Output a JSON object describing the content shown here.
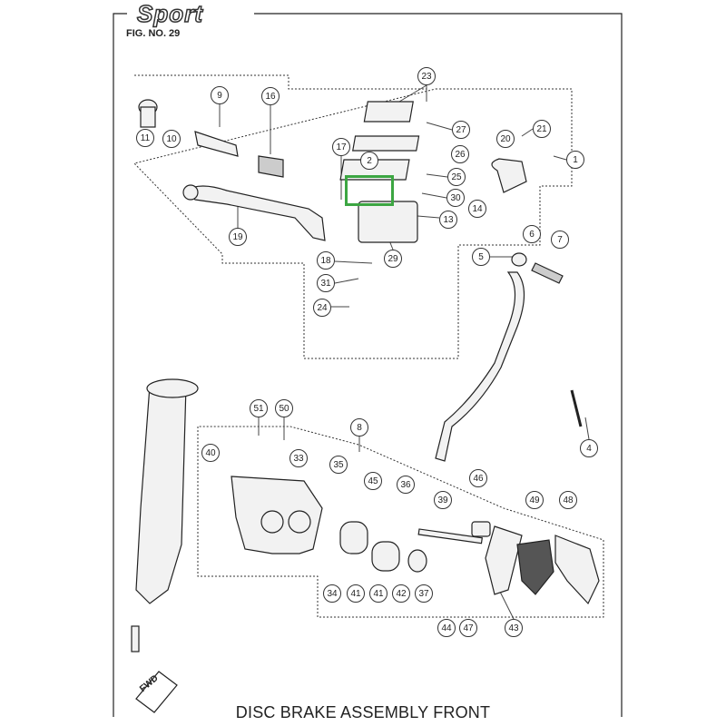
{
  "header": {
    "brand": "Sport",
    "figure": "FIG. NO. 29"
  },
  "title": "DISC BRAKE ASSEMBLY FRONT",
  "fwd_label": "FWD",
  "highlight": {
    "part": "2",
    "color": "#3ca642"
  },
  "callouts": [
    "23",
    "9",
    "16",
    "27",
    "21",
    "1",
    "11",
    "10",
    "17",
    "2",
    "26",
    "20",
    "25",
    "30",
    "14",
    "13",
    "19",
    "29",
    "5",
    "6",
    "7",
    "18",
    "31",
    "24",
    "51",
    "50",
    "8",
    "4",
    "40",
    "33",
    "35",
    "45",
    "36",
    "46",
    "39",
    "49",
    "48",
    "34",
    "41",
    "41",
    "42",
    "37",
    "44",
    "47",
    "43"
  ]
}
